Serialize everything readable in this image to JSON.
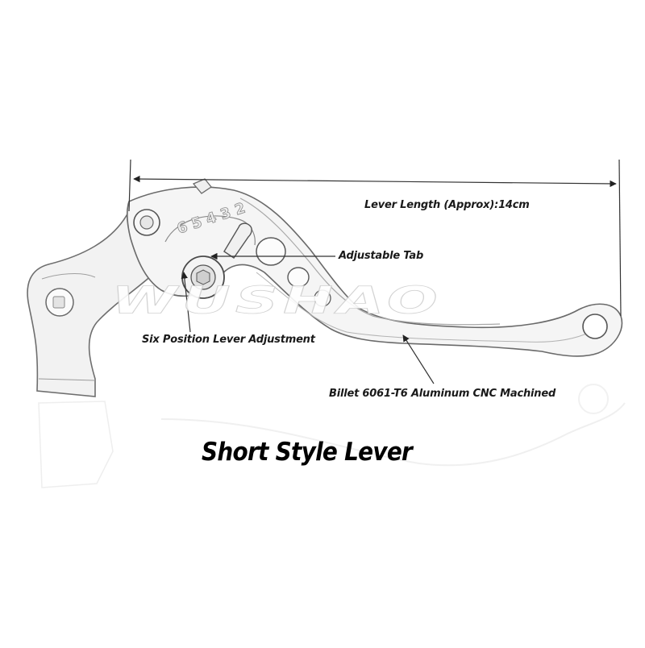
{
  "watermark": "WUSHAO",
  "dial_numbers": "6 5 4 3 2",
  "labels": {
    "lever_length": "Lever Length (Approx):14cm",
    "adjustable_tab": "Adjustable Tab",
    "six_position": "Six Position Lever Adjustment",
    "billet": "Billet 6061-T6 Aluminum CNC Machined"
  },
  "title": "Short Style Lever"
}
